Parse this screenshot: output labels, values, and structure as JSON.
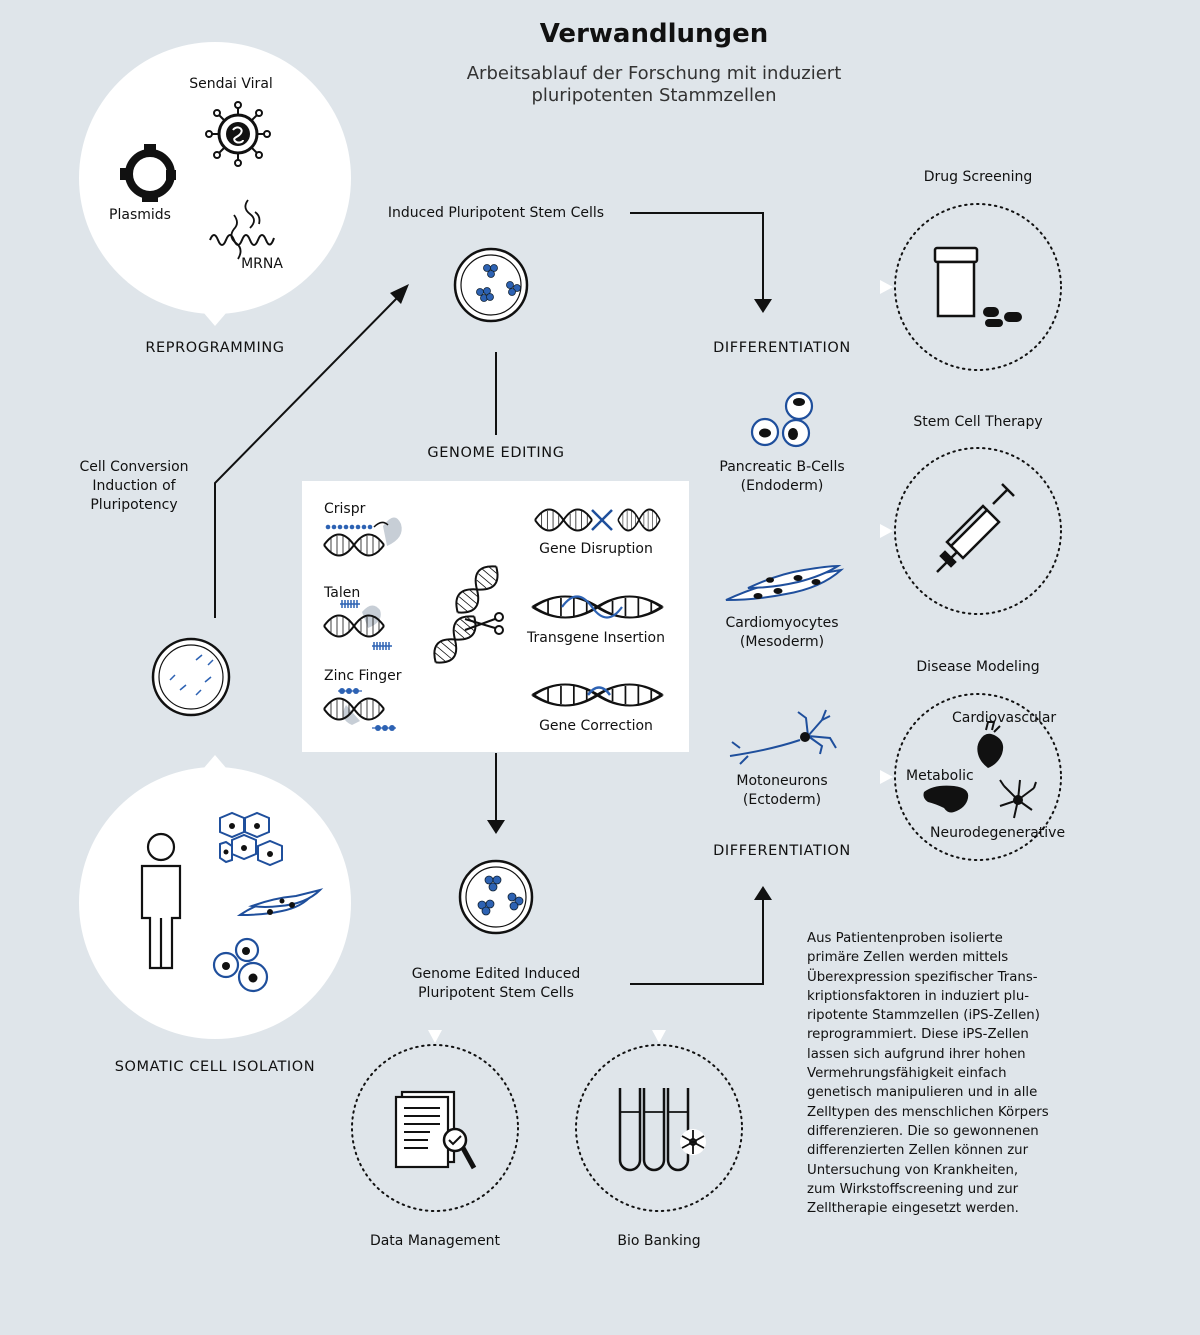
{
  "title": "Verwandlungen",
  "subtitle": "Arbeitsablauf der Forschung mit induziert\npluripotenten Stammzellen",
  "reprogramming": {
    "sendai_viral": "Sendai Viral",
    "plasmids": "Plasmids",
    "mrna": "MRNA",
    "label": "REPROGRAMMING"
  },
  "ipsc_label": "Induced Pluripotent Stem Cells",
  "cell_conversion": "Cell Conversion\nInduction of\nPluripotency",
  "genome_editing": {
    "label": "GENOME EDITING",
    "crispr": "Crispr",
    "talen": "Talen",
    "zinc_finger": "Zinc Finger",
    "gene_disruption": "Gene Disruption",
    "transgene_insertion": "Transgene Insertion",
    "gene_correction": "Gene Correction"
  },
  "differentiation_label": "DIFFERENTIATION",
  "cells": {
    "pancreatic": "Pancreatic B-Cells\n(Endoderm)",
    "cardiomyocytes": "Cardiomyocytes\n(Mesoderm)",
    "motoneurons": "Motoneurons\n(Ectoderm)"
  },
  "applications": {
    "drug_screening": "Drug Screening",
    "stem_cell_therapy": "Stem Cell Therapy",
    "disease_modeling": "Disease Modeling",
    "cardiovascular": "Cardiovascular",
    "metabolic": "Metabolic",
    "neurodegenerative": "Neurodegenerative"
  },
  "somatic_label": "SOMATIC CELL ISOLATION",
  "edited_ipsc_label": "Genome Edited Induced\nPluripotent Stem Cells",
  "data_management": "Data Management",
  "bio_banking": "Bio Banking",
  "description": "Aus Patientenproben isolierte\nprimäre Zellen werden mittels\nÜberexpression spezifischer Trans-\nkriptionsfaktoren in induziert plu-\nripotente Stammzellen (iPS-Zellen)\nreprogrammiert. Diese iPS-Zellen\nlassen sich aufgrund ihrer hohen\nVermehrungsfähigkeit einfach\ngenetisch manipulieren und in alle\nZelltypen des menschlichen Körpers\ndifferenzieren. Die so gewonnenen\ndifferenzierten Zellen können zur\nUntersuchung von Krankheiten,\nzum Wirkstoffscreening und zur\nZelltherapie eingesetzt werden.",
  "colors": {
    "background": "#dfe5ea",
    "accent": "#1f4f9c",
    "ink": "#111111",
    "panel": "#ffffff"
  }
}
